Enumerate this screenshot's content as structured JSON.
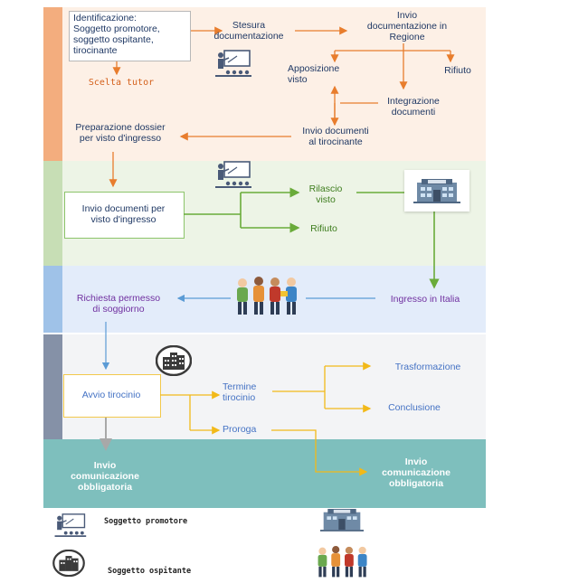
{
  "colors": {
    "band1": "#fdf0e6",
    "bar1": "#f3ad7e",
    "band2": "#edf4e6",
    "bar2": "#c7deb5",
    "band3": "#e3ecfa",
    "bar3": "#9fc2e8",
    "band4": "#f3f4f6",
    "bar4": "#8591a7",
    "band5": "#7ebfbd",
    "orange": "#e87d2d",
    "green": "#6aab3a",
    "blue": "#5b9bd5",
    "yellow": "#f2b919",
    "text_dark": "#1f3864",
    "text_orange": "#d4601b",
    "text_green": "#3e7d1e",
    "text_purple": "#7030a0",
    "text_blue": "#4472c4"
  },
  "band1": {
    "identificazione": "Identificazione:\nSoggetto promotore,\nsoggetto ospitante,\ntirocinante",
    "scelta_tutor": "Scelta tutor",
    "stesura": "Stesura\ndocumentazione",
    "invio_regione": "Invio\ndocumentazione in\nRegione",
    "apposizione": "Apposizione\nvisto",
    "rifiuto": "Rifiuto",
    "integrazione": "Integrazione\ndocumenti",
    "invio_tirocinante": "Invio documenti\nal tirocinante",
    "preparazione": "Preparazione dossier\nper visto d'ingresso"
  },
  "band2": {
    "invio_visto": "Invio documenti per\nvisto d'ingresso",
    "rilascio": "Rilascio\nvisto",
    "rifiuto": "Rifiuto"
  },
  "band3": {
    "richiesta": "Richiesta permesso\ndi soggiorno",
    "ingresso": "Ingresso in Italia"
  },
  "band4": {
    "avvio": "Avvio tirocinio",
    "termine": "Termine\ntirocinio",
    "proroga": "Proroga",
    "trasformazione": "Trasformazione",
    "conclusione": "Conclusione"
  },
  "band5": {
    "invio_left": "Invio\ncomunicazione\nobbligatoria",
    "invio_right": "Invio\ncomunicazione\nobbligatoria"
  },
  "legend": {
    "promotore": "Soggetto promotore",
    "ospitante": "Soggetto ospitante"
  },
  "icons": [
    "teacher-board-icon",
    "embassy-building-icon",
    "students-group-icon",
    "company-building-icon"
  ]
}
